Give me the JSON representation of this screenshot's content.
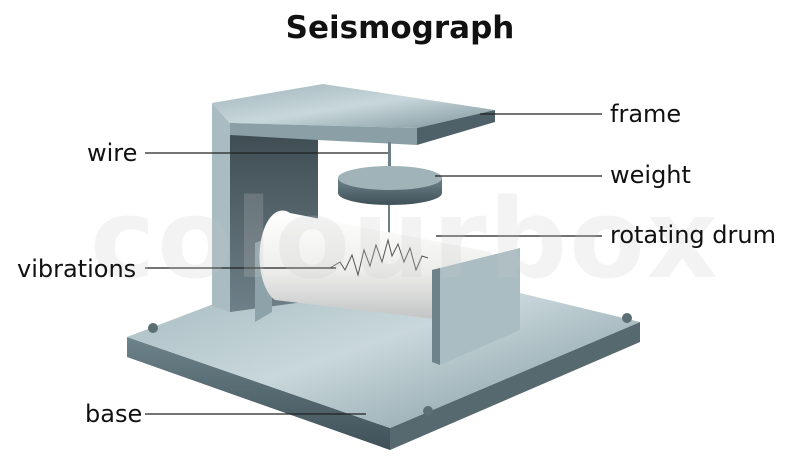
{
  "title": "Seismograph",
  "labels": {
    "frame": "frame",
    "wire": "wire",
    "weight": "weight",
    "rotating_drum": "rotating drum",
    "vibrations": "vibrations",
    "base": "base"
  },
  "watermark": "colourbox",
  "colors": {
    "metal_light": "#c5d6da",
    "metal_mid": "#8fa6ad",
    "metal_dark": "#4d6068",
    "paper": "#ececea"
  }
}
